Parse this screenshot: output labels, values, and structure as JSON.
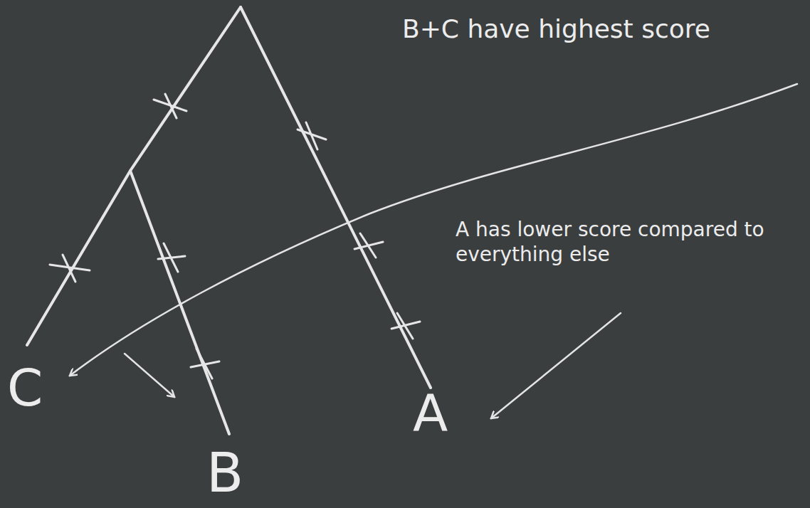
{
  "diagram": {
    "labels": [
      "B+C have highest score",
      "A has lower score compared to everything else",
      "C",
      "B",
      "A"
    ]
  }
}
